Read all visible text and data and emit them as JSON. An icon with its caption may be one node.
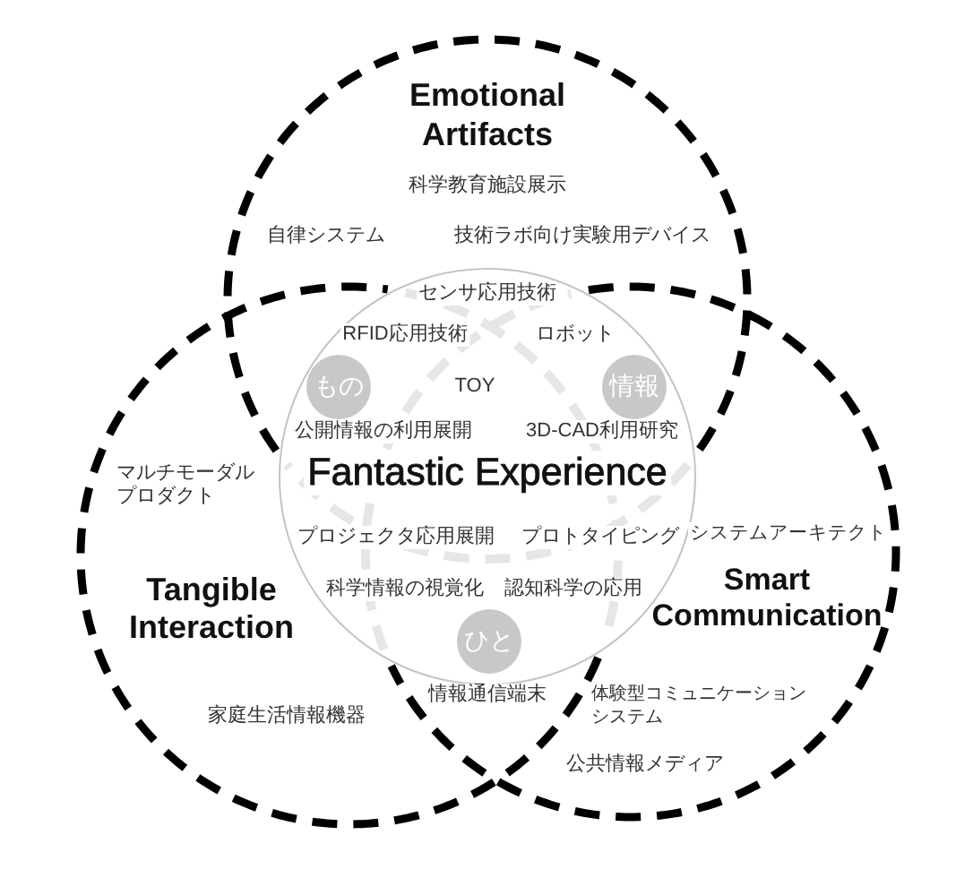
{
  "diagram": {
    "nodes": [
      {
        "text": [
          "Emotional Artifacts"
        ]
      },
      {
        "text": [
          "Tangible Interaction"
        ]
      },
      {
        "text": [
          "Smart Communication"
        ]
      },
      {
        "text": [
          "Fantastic Experience"
        ]
      },
      {
        "text": [
          "もの"
        ]
      },
      {
        "text": [
          "情報"
        ]
      },
      {
        "text": [
          "ひと"
        ]
      }
    ],
    "labels": [
      "科学教育施設展示",
      "自律システム",
      "技術ラボ向け実験用デバイス",
      "センサ応用技術",
      "RFID応用技術",
      "ロボット",
      "TOY",
      "公開情報の利用展開",
      "3D-CAD利用研究",
      "マルチモーダルプロダクト",
      "プロジェクタ応用展開",
      "プロトタイピング",
      "システムアーキテクト",
      "科学情報の視覚化",
      "認知科学の応用",
      "情報通信端末",
      "体験型コミュニケーションシステム",
      "家庭生活情報機器",
      "公共情報メディア"
    ]
  }
}
